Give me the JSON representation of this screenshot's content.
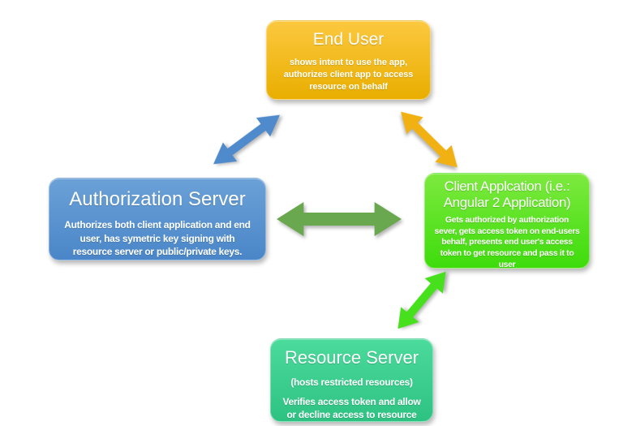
{
  "nodes": {
    "end_user": {
      "title": "End User",
      "body": "shows intent to use the app,\nauthorizes client app to access\nresource on behalf",
      "color_top": "#fcc83f",
      "color_bottom": "#e9ae00"
    },
    "authorization_server": {
      "title": "Authorization Server",
      "body": "Authorizes both client application and end\nuser, has symetric key signing with\nresource server or public/private keys.",
      "color_top": "#6ba1d7",
      "color_bottom": "#4a86c8"
    },
    "client_application": {
      "title": "Client Applcation (i.e.:\nAngular 2 Application)",
      "body": "Gets authorized by authorization\nsever, gets access token on end-users\nbehalf, presents end user's access\ntoken to get resource and pass it to\nuser",
      "color_top": "#7dea3e",
      "color_bottom": "#3edc0c"
    },
    "resource_server": {
      "title": "Resource Server",
      "body_line1": "(hosts restricted resources)",
      "body_line2": "Verifies access token and allow\nor decline access to resource",
      "color_top": "#4bdb9c",
      "color_bottom": "#2ec282"
    }
  },
  "arrows": {
    "auth_end_user": {
      "connects": "Authorization Server - End User",
      "color": "#4f8bcc"
    },
    "end_user_client": {
      "connects": "End User - Client Application",
      "color": "#f2b112"
    },
    "auth_client": {
      "connects": "Authorization Server - Client Application",
      "color": "#6aa84f"
    },
    "client_resource": {
      "connects": "Client Application - Resource Server",
      "color": "#47e01d"
    }
  }
}
